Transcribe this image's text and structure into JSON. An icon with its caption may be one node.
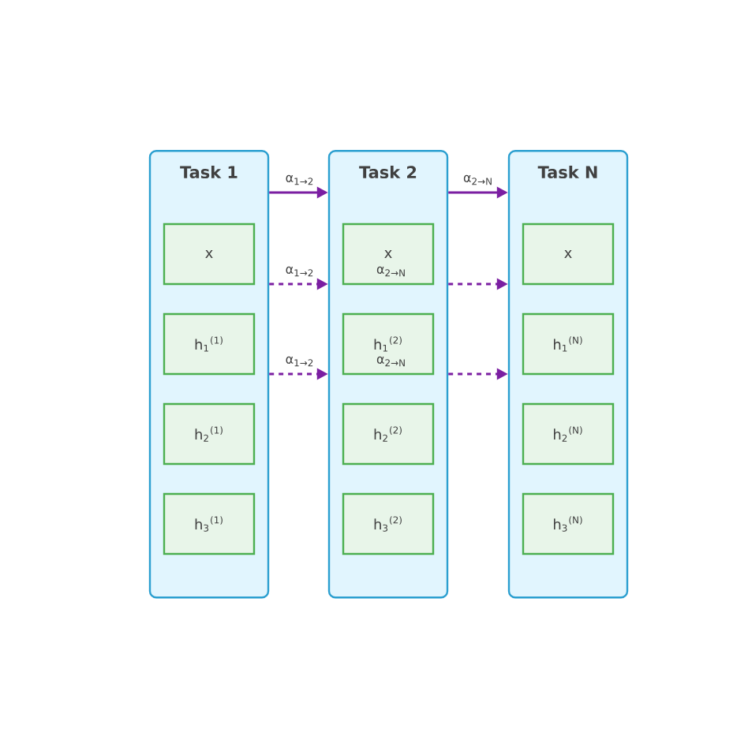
{
  "diagram": {
    "nodes": [
      {
        "text": [
          "Task 1"
        ]
      },
      {
        "text": [
          "x"
        ],
        "in": 0
      },
      {
        "text": [
          "h$_{1}$$^{(1)}$"
        ],
        "in": 0
      },
      {
        "text": [
          "h$_{2}$$^{(1)}$"
        ],
        "in": 0
      },
      {
        "text": [
          "h$_{3}$$^{(1)}$"
        ],
        "in": 0
      },
      {
        "text": [
          "Task 2"
        ]
      },
      {
        "text": [
          "x"
        ],
        "in": 5
      },
      {
        "text": [
          "h$_{1}$$^{(2)}$"
        ],
        "in": 5
      },
      {
        "text": [
          "h$_{2}$$^{(2)}$"
        ],
        "in": 5
      },
      {
        "text": [
          "h$_{3}$$^{(2)}$"
        ],
        "in": 5
      },
      {
        "text": [
          "Task N"
        ]
      },
      {
        "text": [
          "x"
        ],
        "in": 10
      },
      {
        "text": [
          "h$_{1}$$^{(N)}$"
        ],
        "in": 10
      },
      {
        "text": [
          "h$_{2}$$^{(N)}$"
        ],
        "in": 10
      },
      {
        "text": [
          "h$_{3}$$^{(N)}$"
        ],
        "in": 10
      }
    ],
    "edges": [
      {
        "from": 0,
        "to": 5,
        "arrow": "to",
        "label": "α$_{1→2}$"
      },
      {
        "from": 5,
        "to": 10,
        "arrow": "to",
        "label": "α$_{2→N}$"
      },
      {
        "from": 0,
        "to": 5,
        "arrow": "to",
        "label": "α$_{1→2}$",
        "style": "dashed"
      },
      {
        "from": 5,
        "to": 10,
        "arrow": "to",
        "label": "α$_{2→N}$",
        "style": "dashed"
      },
      {
        "from": 0,
        "to": 5,
        "arrow": "to",
        "label": "α$_{1→2}$",
        "style": "dashed"
      },
      {
        "from": 5,
        "to": 10,
        "arrow": "to",
        "label": "α$_{2→N}$",
        "style": "dashed"
      }
    ]
  }
}
